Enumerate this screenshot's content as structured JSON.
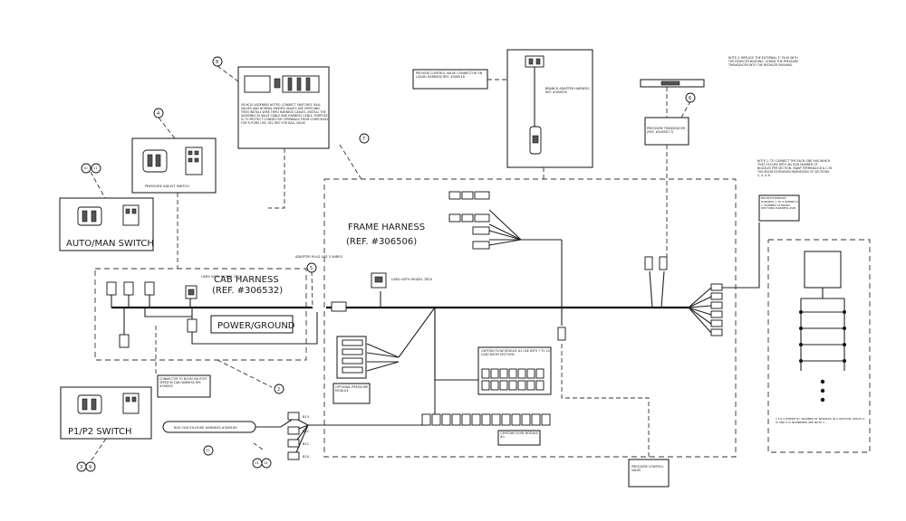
{
  "labels": {
    "frame_harness_title": "FRAME HARNESS",
    "frame_harness_ref": "(REF. #306506)",
    "cab_harness_title": "CAB HARNESS",
    "cab_harness_ref": "(REF. #306532)",
    "power_ground": "POWER/GROUND",
    "auto_man_switch": "AUTO/MAN SWITCH",
    "p1p2_switch": "P1/P2 SWITCH"
  },
  "notes": {
    "pressure_adjust_switch": "PRESSURE ADJUST SWITCH",
    "used_with_model_cab": "USED WITH MODEL 7820",
    "used_with_model_frame": "USED WITH MODEL 7820",
    "connector_to_boom": "CONNECTOR TO BOOM SHUTOFF SPEED IN CAB HARNESS REF. #306503",
    "capstan_flow_module_left": "CAPSTAN FLOW MODULE #1",
    "capstan_flow_module_right": "CAPSTAN FLOW MODULE #2 USE WITH 7 TO 24 LOAD BOOM SECTIONS",
    "optional_pressure_module": "OPTIONAL PRESSURE MODULE",
    "pressure_control_valve": "PRESSURE CONTROL VALVE",
    "pressure_transducer": "PRESSURE TRANSDUCER (REF. #306507-T)",
    "boom_extension_harness": "BOOM EXTENSION HARNESS 1 TO 4 WHERE N = NUMBER OF BOOM SECTIONS HARNESS #AB",
    "boom_note_bottom": "1 TO 4 WHERE N= NUMBER OF NOZZLES IN A SECTION. WHICH 4 IS AND 5 IS NUMBERED SEE NOTE 1.",
    "branch_adapter": "BRANCH ADAPTER HARNESS REF. #306509",
    "provide_control": "PROVIDE CONTROL VALVE CONNECTOR ON LIQUID HARNESS REF. #306518",
    "vehicle_assembly_notes": "VEHICLE ASSEMBLY NOTES: CONNECT SWITCHES, BALL VALVES AND NORMAL ENSURE VALVES ARE OPEN AND THEN INSTALL WIRE THRU HARNESS CABLES. INSTALL THE ASSEMBLY IN VALVE CABLE AND HARNESS CABLE. PURPOSE IS TO PROTECT CONNECTOR TERMINALS FROM CORROSION FOR FUTURE USE. SEC DRC FOR BALL VALVE.",
    "note_2": "NOTE 2: REPLACE THE EXTERNAL 3\" PLUG WITH THE REDUCER BUSHING. SCREW THE PRESSURE TRANSDUCER INTO THE REDUCER BUSHING.",
    "note_1": "NOTE 1: TO CONNECT THE EACH-ONE HAS-WHICH THAT OCCURS WITH AN ODD NUMBER OF NOZZLES PER SECTION, SWAP TERMINALS B & C IN THE BOOM EXTENSION HARNESSES OF SECTIONS 2, 4, & 6.",
    "adapter_plug": "ADAPTER PLUG USE 3 WIRES",
    "bus_harness": "BUS CAD EX-HOSE HARNESS #306169"
  },
  "callouts": [
    "8",
    "6",
    "7",
    "4",
    "10",
    "11",
    "5",
    "2",
    "3",
    "9",
    "12",
    "13",
    "14"
  ],
  "wire_tags": [
    "B13",
    "B12",
    "B11",
    "B10"
  ]
}
